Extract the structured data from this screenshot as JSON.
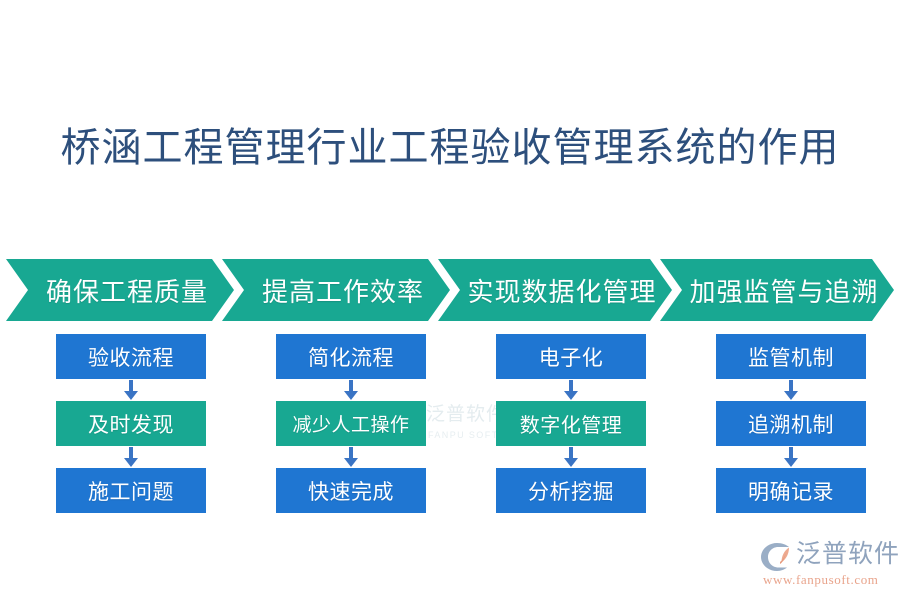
{
  "background_color": "#ffffff",
  "colors": {
    "title": "#2d4f7c",
    "chevron": "#18a892",
    "box_blue": "#1f76d2",
    "box_teal": "#18a892",
    "arrow": "#3a74c4",
    "logo_name": "#8fa3bd",
    "logo_url": "#e9a48c",
    "watermark": "#cfdde2"
  },
  "title": "桥涵工程管理行业工程验收管理系统的作用",
  "chevrons": [
    {
      "label": "确保工程质量"
    },
    {
      "label": "提高工作效率"
    },
    {
      "label": "实现数据化管理"
    },
    {
      "label": "加强监管与追溯"
    }
  ],
  "columns": [
    {
      "boxes": [
        {
          "label": "验收流程",
          "color": "blue"
        },
        {
          "label": "及时发现",
          "color": "teal"
        },
        {
          "label": "施工问题",
          "color": "blue"
        }
      ]
    },
    {
      "boxes": [
        {
          "label": "简化流程",
          "color": "blue"
        },
        {
          "label": "减少人工操作",
          "color": "teal"
        },
        {
          "label": "快速完成",
          "color": "blue"
        }
      ]
    },
    {
      "boxes": [
        {
          "label": "电子化",
          "color": "blue"
        },
        {
          "label": "数字化管理",
          "color": "teal"
        },
        {
          "label": "分析挖掘",
          "color": "blue"
        }
      ]
    },
    {
      "boxes": [
        {
          "label": "监管机制",
          "color": "blue"
        },
        {
          "label": "追溯机制",
          "color": "blue"
        },
        {
          "label": "明确记录",
          "color": "blue"
        }
      ]
    }
  ],
  "watermark": {
    "text": "泛普软件",
    "subtext": "FANPU SOFTWARE"
  },
  "brand": {
    "name": "泛普软件",
    "url": "www.fanpusoft.com"
  }
}
